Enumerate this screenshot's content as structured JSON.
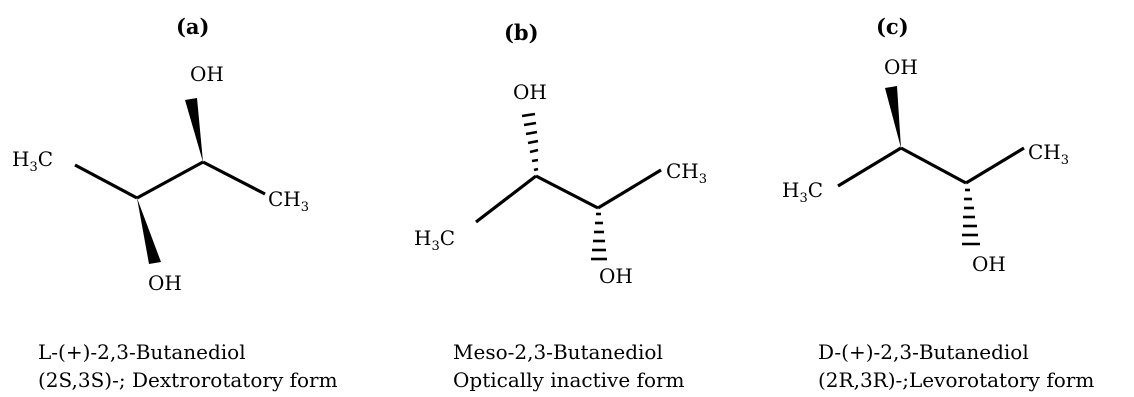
{
  "panels": [
    {
      "label": "(a)",
      "caption": [
        "L-(+)-2,3-Butanediol",
        "(2S,3S)-; Dextrorotatory form"
      ],
      "groups": {
        "oh_top": "OH",
        "oh_bottom": "OH",
        "ch3_left": "H",
        "ch3_left_sub": "3",
        "ch3_left_c": "C",
        "ch3_right": "CH",
        "ch3_right_sub": "3"
      }
    },
    {
      "label": "(b)",
      "caption": [
        "Meso-2,3-Butanediol",
        "Optically inactive form"
      ],
      "groups": {
        "oh_top": "OH",
        "oh_bottom": "OH",
        "ch3_left": "H",
        "ch3_left_sub": "3",
        "ch3_left_c": "C",
        "ch3_right": "CH",
        "ch3_right_sub": "3"
      }
    },
    {
      "label": "(c)",
      "caption": [
        "D-(+)-2,3-Butanediol",
        "(2R,3R)-;Levorotatory form"
      ],
      "groups": {
        "oh_top": "OH",
        "oh_bottom": "OH",
        "ch3_left": "H",
        "ch3_left_sub": "3",
        "ch3_left_c": "C",
        "ch3_right": "CH",
        "ch3_right_sub": "3"
      }
    }
  ]
}
